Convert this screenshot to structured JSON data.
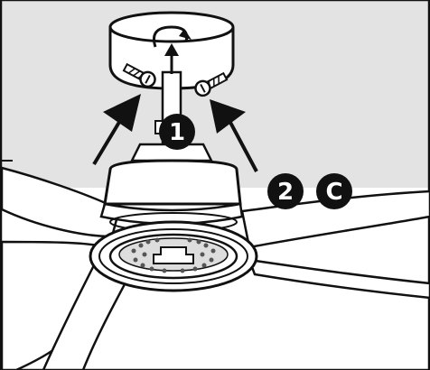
{
  "diagram": {
    "steps": [
      {
        "marker": "1"
      },
      {
        "marker": "2"
      },
      {
        "marker": "C"
      }
    ],
    "colors": {
      "ceiling": "#e3e3e3",
      "line": "#111111",
      "background": "#ffffff",
      "badge": "#111111"
    },
    "icons": [
      "screw-icon",
      "rotation-arrow-icon",
      "pointer-arrow-icon"
    ]
  }
}
